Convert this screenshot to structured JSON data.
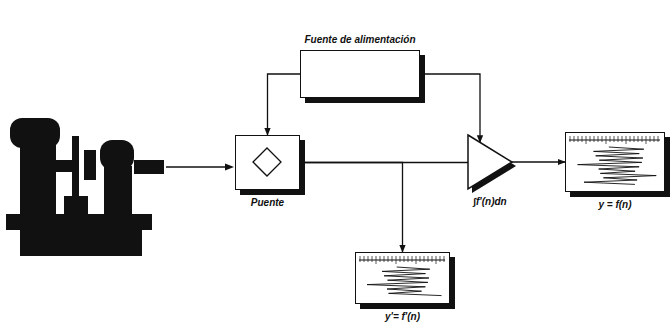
{
  "diagram": {
    "nodes": [
      {
        "text": [
          "Fuente de alimentación"
        ]
      },
      {
        "text": [
          "Puente"
        ]
      },
      {
        "text": [
          "∫f'(n)dn"
        ]
      },
      {
        "text": [
          "y = f(n)"
        ]
      },
      {
        "text": [
          "y'= f'(n)"
        ]
      }
    ],
    "edges": [
      {
        "from": 0,
        "to": 1,
        "arrow": "to"
      },
      {
        "from": 0,
        "to": 2,
        "arrow": "to"
      },
      {
        "from": 1,
        "to": 2,
        "arrow": "none"
      },
      {
        "from": 2,
        "to": 3,
        "arrow": "to"
      },
      {
        "from": 1,
        "to": 4,
        "arrow": "to"
      }
    ]
  }
}
